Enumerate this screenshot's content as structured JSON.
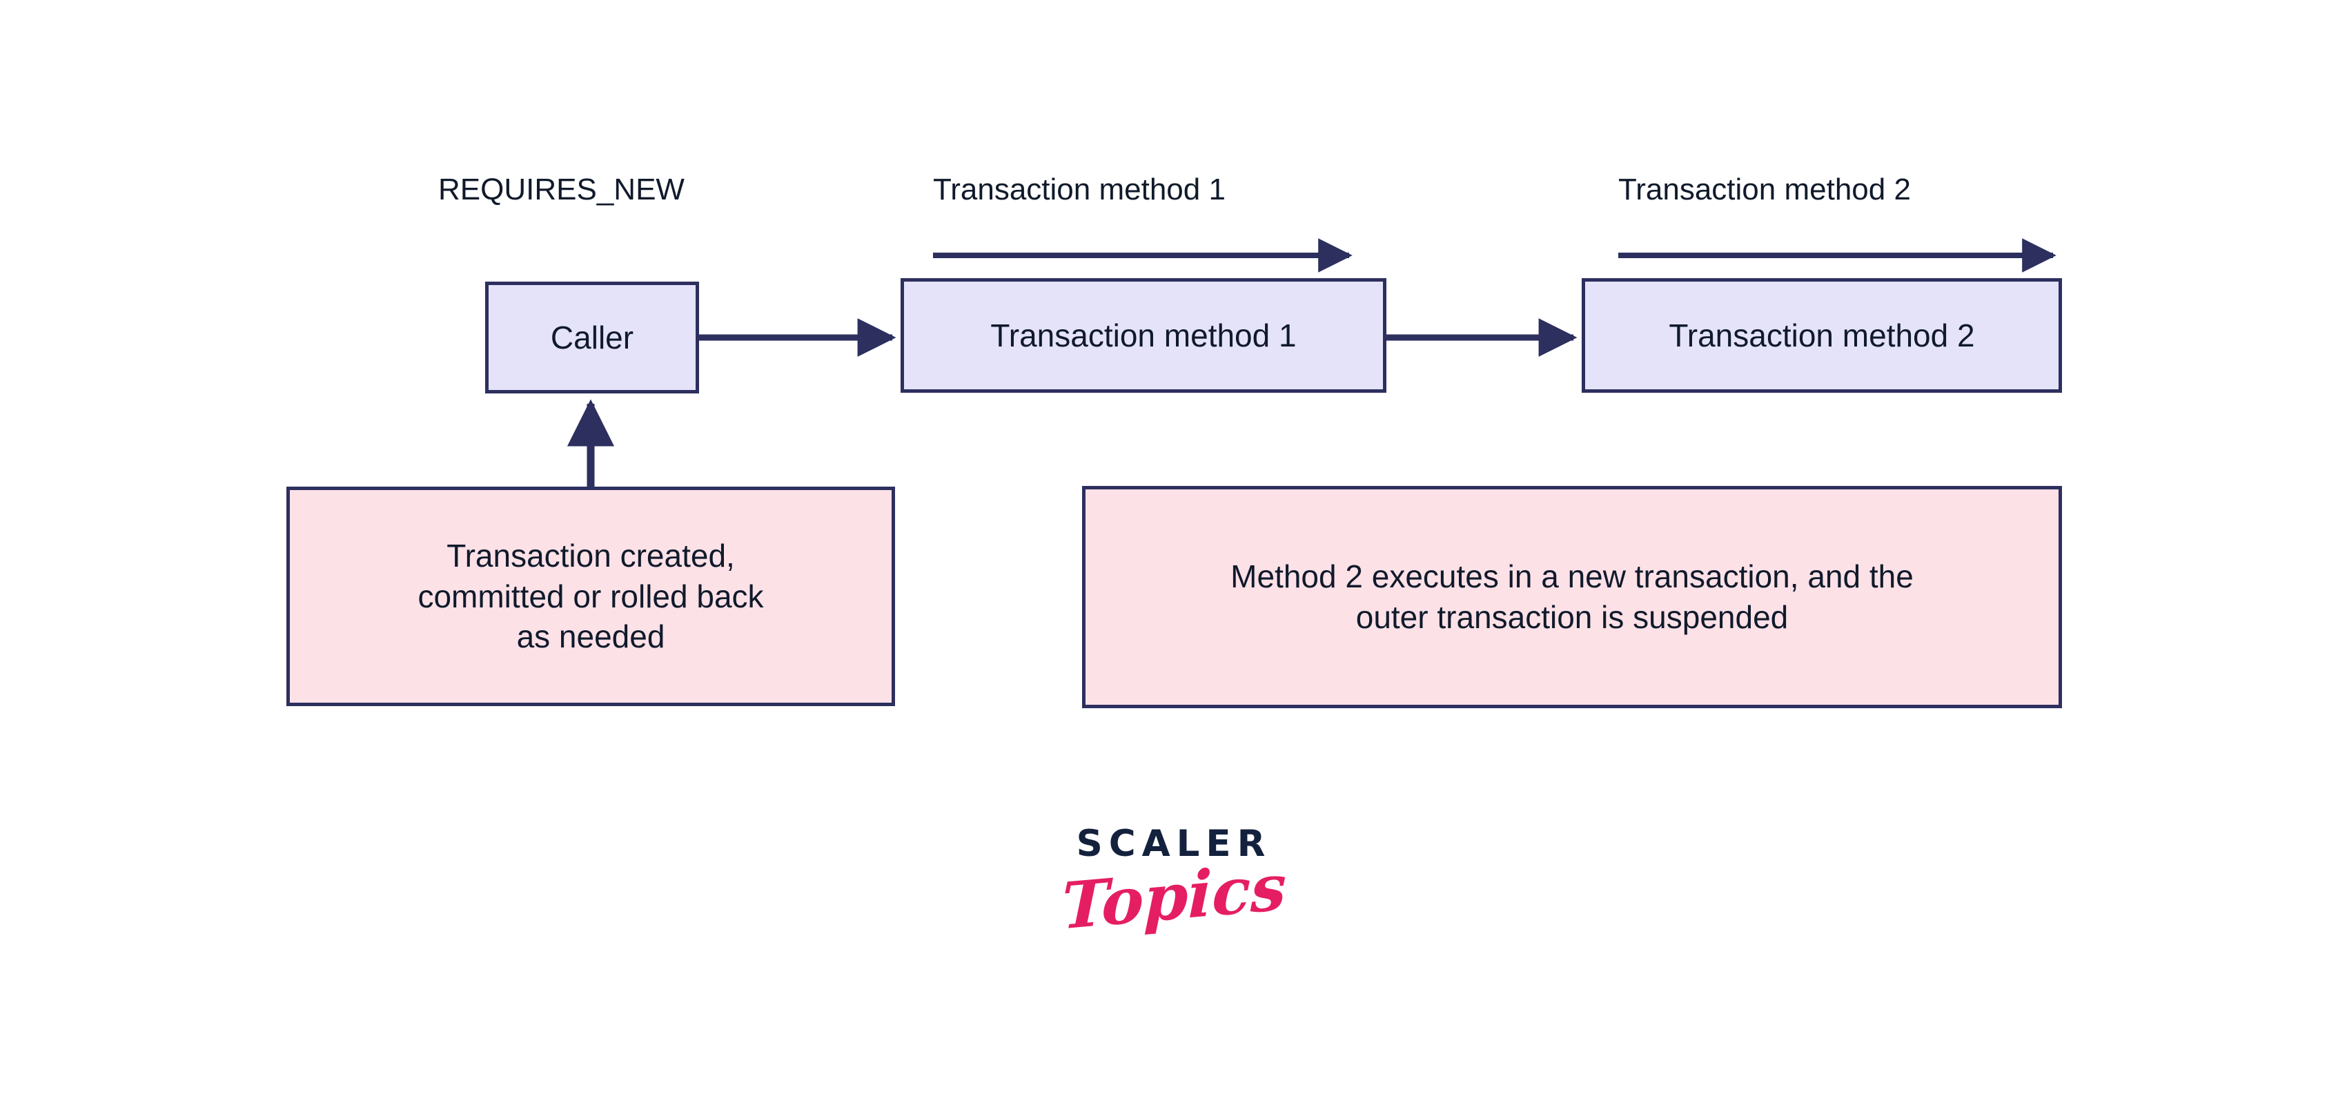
{
  "diagram": {
    "title": "REQUIRES_NEW",
    "background_color": "#ffffff",
    "colors": {
      "box_border": "#2d2f5e",
      "box_fill_lavender": "#e5e3fa",
      "box_fill_pink": "#fce1e7",
      "arrow": "#2d2f5e",
      "text": "#101a2b",
      "logo_navy": "#14213d",
      "logo_pink": "#e51e63"
    },
    "propagation_label": "REQUIRES_NEW",
    "flow_boxes": [
      {
        "id": "caller",
        "label": "Caller"
      },
      {
        "id": "method1",
        "label": "Transaction method 1"
      },
      {
        "id": "method2",
        "label": "Transaction method 2"
      }
    ],
    "span_labels": [
      {
        "id": "span-method-1",
        "label": "Transaction method 1"
      },
      {
        "id": "span-method-2",
        "label": "Transaction method 2"
      }
    ],
    "annotations": [
      {
        "id": "annotation-caller",
        "label": "Transaction created,\ncommitted or rolled back\nas needed"
      },
      {
        "id": "annotation-method2",
        "label": "Method 2 executes in a new transaction, and the\nouter transaction is suspended"
      }
    ],
    "connectors": [
      {
        "id": "caller-to-method1",
        "from": "caller",
        "to": "method1",
        "direction": "right"
      },
      {
        "id": "method1-to-method2",
        "from": "method1",
        "to": "method2",
        "direction": "right"
      },
      {
        "id": "annotation-to-caller",
        "from": "annotation-caller",
        "to": "caller",
        "direction": "up"
      },
      {
        "id": "span-arrow-method-1",
        "from": "span-method-1",
        "to": "",
        "direction": "right"
      },
      {
        "id": "span-arrow-method-2",
        "from": "span-method-2",
        "to": "",
        "direction": "right"
      }
    ]
  },
  "logo": {
    "primary": "SCALER",
    "secondary": "Topics"
  }
}
